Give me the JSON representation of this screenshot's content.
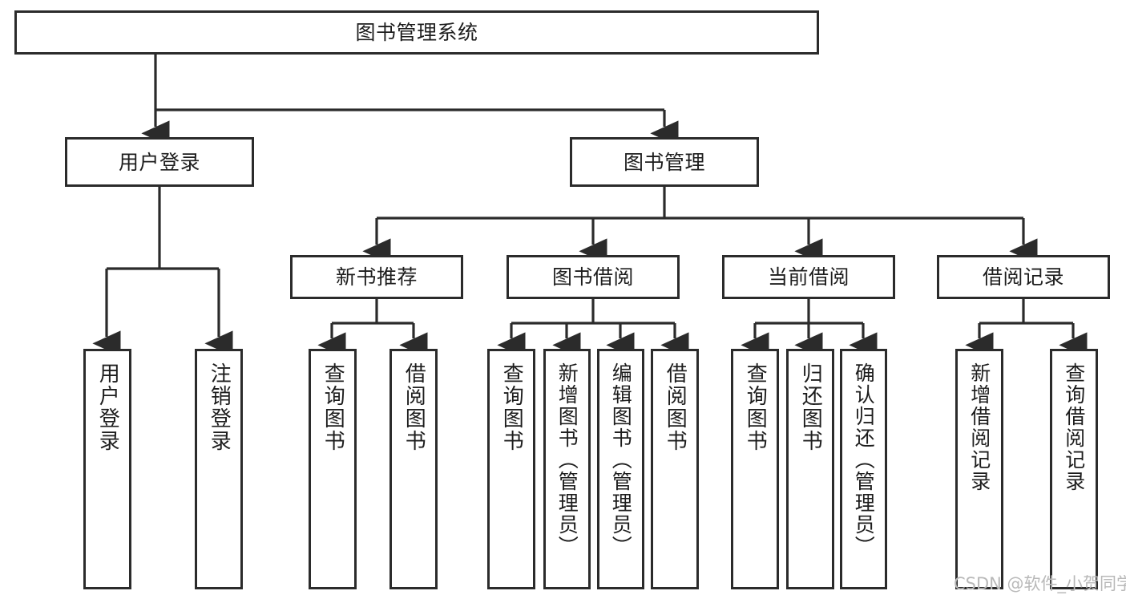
{
  "diagram": {
    "type": "tree-hierarchy-chart",
    "title": "图书管理系统",
    "root": {
      "label": "图书管理系统"
    },
    "level2": [
      {
        "label": "用户登录"
      },
      {
        "label": "图书管理"
      }
    ],
    "level3": [
      {
        "label": "新书推荐"
      },
      {
        "label": "图书借阅"
      },
      {
        "label": "当前借阅"
      },
      {
        "label": "借阅记录"
      }
    ],
    "leaves": {
      "user_login": [
        {
          "label": "用户登录"
        },
        {
          "label": "注销登录"
        }
      ],
      "new_book_recommend": [
        {
          "label": "查询图书"
        },
        {
          "label": "借阅图书"
        }
      ],
      "book_borrow": [
        {
          "label": "查询图书"
        },
        {
          "label": "新增图书（管理员）"
        },
        {
          "label": "编辑图书（管理员）"
        },
        {
          "label": "借阅图书"
        }
      ],
      "current_borrow": [
        {
          "label": "查询图书"
        },
        {
          "label": "归还图书"
        },
        {
          "label": "确认归还（管理员）"
        }
      ],
      "borrow_records": [
        {
          "label": "新增借阅记录"
        },
        {
          "label": "查询借阅记录"
        }
      ]
    },
    "colors": {
      "border": "#2b2b2b",
      "background": "#ffffff",
      "text": "#1d1d1d",
      "watermark": "#b9b9b9"
    }
  },
  "watermark": {
    "text": "CSDN @软件_小贺同学"
  }
}
